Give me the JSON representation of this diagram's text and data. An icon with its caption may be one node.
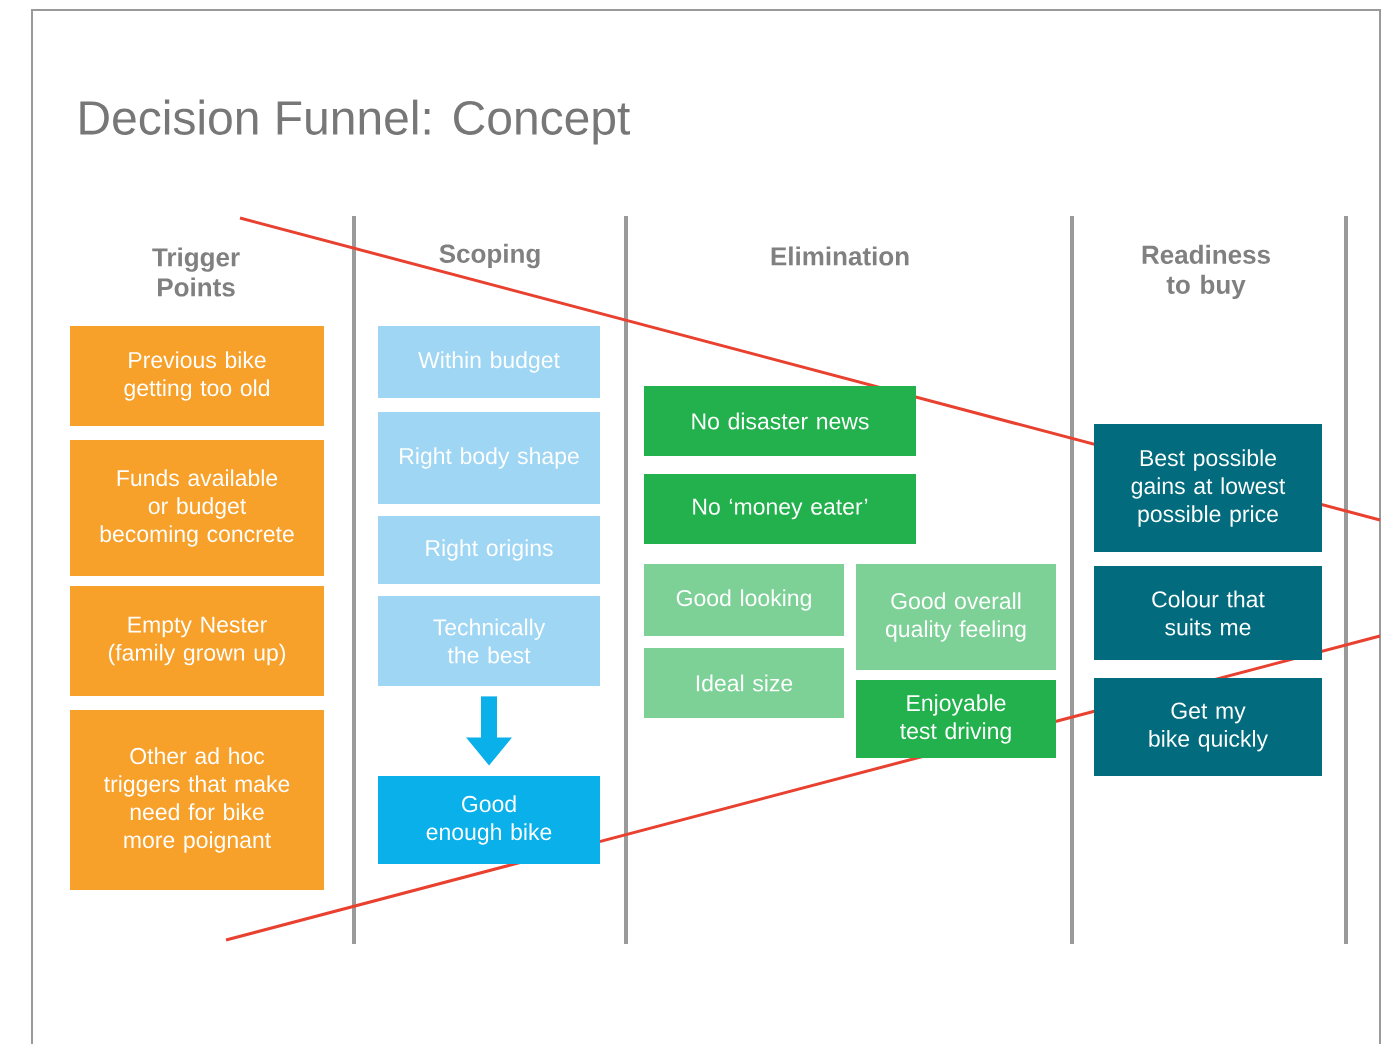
{
  "diagram": {
    "title": "Decision Funnel: Concept",
    "nodes": [
      {
        "text": [
          "Previous bike getting too old"
        ]
      },
      {
        "text": [
          "Funds available or budget becoming concrete"
        ]
      },
      {
        "text": [
          "Empty Nester (family grown up)"
        ]
      },
      {
        "text": [
          "Other ad hoc triggers that make need for bike more poignant"
        ]
      },
      {
        "text": [
          "Within budget"
        ]
      },
      {
        "text": [
          "Right body shape"
        ]
      },
      {
        "text": [
          "Right origins"
        ]
      },
      {
        "text": [
          "Technically the best"
        ]
      },
      {
        "text": [
          "Good enough bike"
        ]
      },
      {
        "text": [
          "No disaster news"
        ]
      },
      {
        "text": [
          "No ‘money eater’"
        ]
      },
      {
        "text": [
          "Good looking"
        ]
      },
      {
        "text": [
          "Good overall quality feeling"
        ]
      },
      {
        "text": [
          "Ideal size"
        ]
      },
      {
        "text": [
          "Enjoyable test driving"
        ]
      },
      {
        "text": [
          "Best possible gains at lowest possible price"
        ]
      },
      {
        "text": [
          "Colour that suits me"
        ]
      },
      {
        "text": [
          "Get my bike quickly"
        ]
      }
    ],
    "edges": [
      {
        "from": 7,
        "to": 8,
        "arrow": "to"
      }
    ],
    "labels": [
      "Trigger Points",
      "Scoping",
      "Elimination",
      "Readiness to buy"
    ]
  }
}
